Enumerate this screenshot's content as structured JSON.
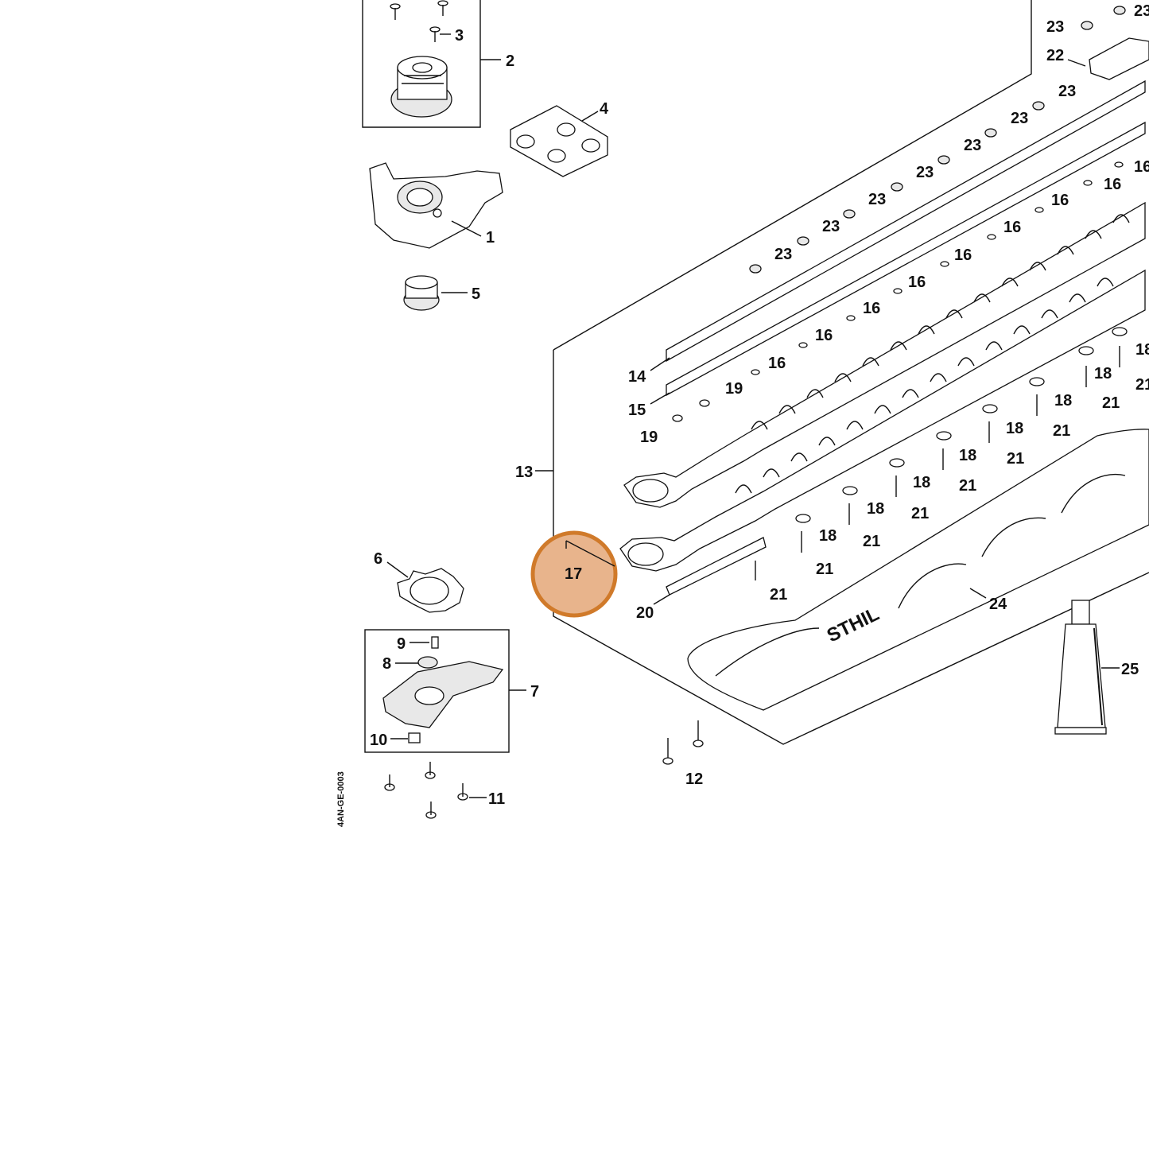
{
  "brand_text": "STHIL",
  "watermark": "4AN-GE-0003",
  "highlight": {
    "label": "17",
    "color": "#d07a2a",
    "fill": "#e8b48c"
  },
  "callouts": {
    "c1": "1",
    "c2": "2",
    "c3": "3",
    "c4": "4",
    "c5": "5",
    "c6": "6",
    "c7": "7",
    "c8": "8",
    "c9": "9",
    "c10": "10",
    "c11": "11",
    "c12": "12",
    "c13": "13",
    "c14": "14",
    "c15": "15",
    "c16": "16",
    "c18": "18",
    "c19": "19",
    "c20": "20",
    "c21": "21",
    "c22": "22",
    "c23": "23",
    "c24": "24",
    "c25": "25"
  }
}
